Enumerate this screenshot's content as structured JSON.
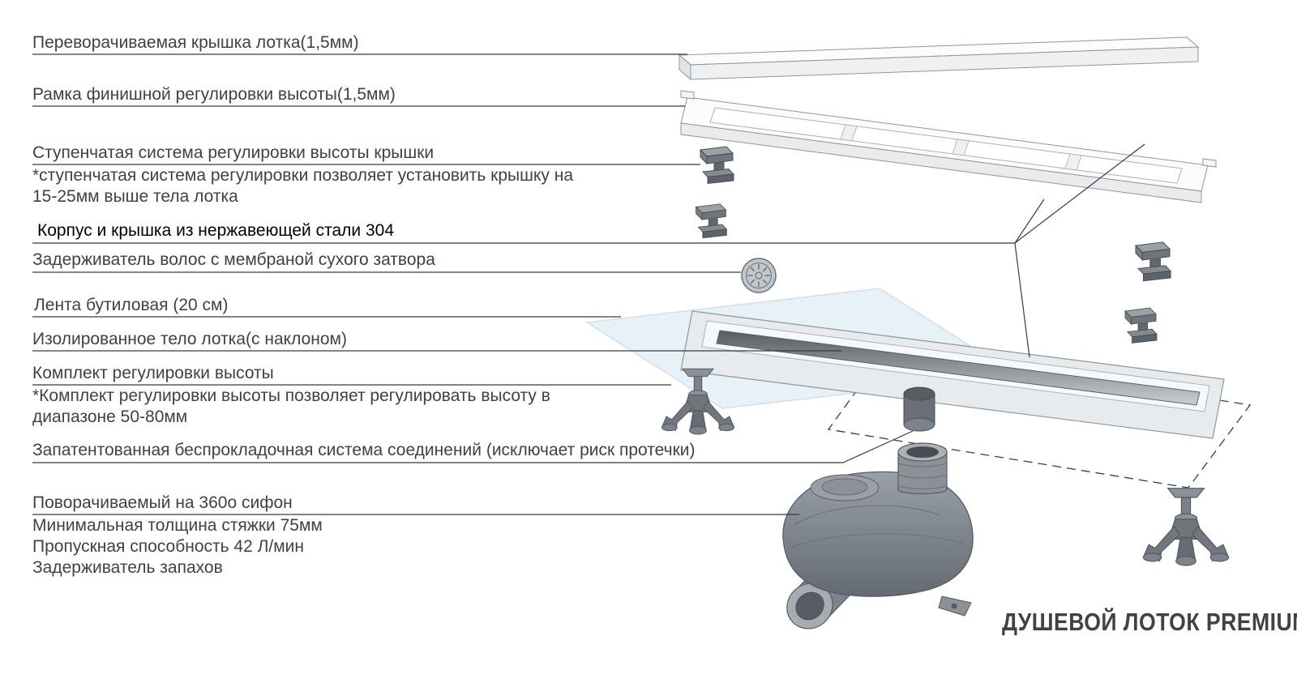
{
  "title": {
    "text": "ДУШЕВОЙ ЛОТОК PREMIUM"
  },
  "callouts": [
    {
      "id": "cover",
      "lines": [
        "Переворачиваемая крышка лотка(1,5мм)"
      ]
    },
    {
      "id": "frame",
      "lines": [
        "Рамка финишной регулировки высоты(1,5мм)"
      ]
    },
    {
      "id": "step-system",
      "lines": [
        "Ступенчатая система регулировки высоты крышки",
        "*ступенчатая система регулировки позволяет установить крышку на",
        "15-25мм выше тела лотка"
      ]
    },
    {
      "id": "material",
      "lines": [
        "Корпус и крышка из нержавеющей стали 304"
      ]
    },
    {
      "id": "hair-catcher",
      "lines": [
        "Задерживатель волос с мембраной сухого затвора"
      ]
    },
    {
      "id": "butyl-tape",
      "lines": [
        "Лента бутиловая (20 см)"
      ]
    },
    {
      "id": "body",
      "lines": [
        "Изолированное тело лотка(с наклоном)"
      ]
    },
    {
      "id": "height-kit",
      "lines": [
        "Комплект регулировки высоты",
        "*Комплект регулировки высоты позволяет регулировать высоту в",
        "диапазоне 50-80мм"
      ]
    },
    {
      "id": "gasketless",
      "lines": [
        "Запатентованная беспрокладочная система соединений (исключает риск протечки)"
      ]
    },
    {
      "id": "siphon",
      "lines": [
        "Поворачиваемый на 360о сифон",
        "Минимальная толщина стяжки 75мм",
        "Пропускная способность 42 Л/мин",
        "Задерживатель запахов"
      ]
    }
  ],
  "colors": {
    "background": "#ffffff",
    "callout_line": "#373c42",
    "label_text": "#3d4248",
    "material_label_text": "#000000",
    "title_text": "#3e4347",
    "metal_light": "#eef0f2",
    "metal_mid": "#9aa1a7",
    "metal_dark": "#6f757b",
    "tape": "#e4eff6"
  }
}
